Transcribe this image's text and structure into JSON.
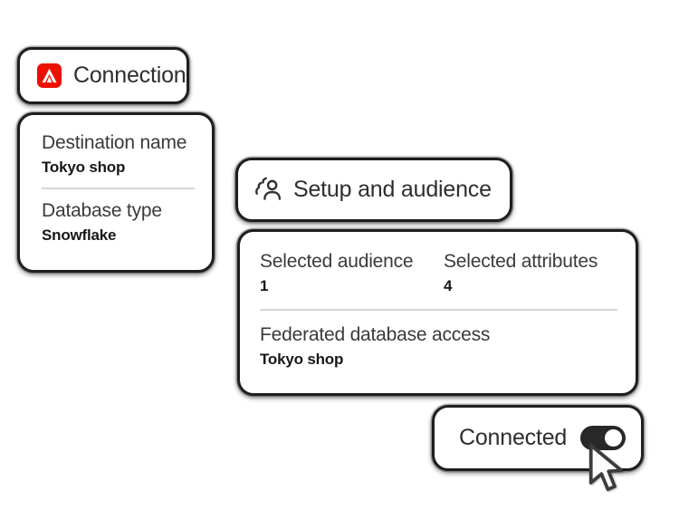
{
  "colors": {
    "background": "#ffffff",
    "card_background": "#ffffff",
    "card_border": "#1e1e1e",
    "label_text": "#3a3a3a",
    "value_text": "#181818",
    "divider": "#d7d7d7",
    "adobe_red": "#eb1000",
    "toggle_on": "#282828",
    "toggle_knob": "#ffffff"
  },
  "connection_card": {
    "logo_icon": "adobe-logo",
    "title": "Connection"
  },
  "destination_card": {
    "fields": [
      {
        "label": "Destination name",
        "value": "Tokyo shop"
      },
      {
        "label": "Database type",
        "value": "Snowflake"
      }
    ]
  },
  "setup_card": {
    "icon": "audience-icon",
    "title": "Setup and audience"
  },
  "summary_card": {
    "stats": [
      {
        "label": "Selected audience",
        "value": "1"
      },
      {
        "label": "Selected attributes",
        "value": "4"
      }
    ],
    "field": {
      "label": "Federated database access",
      "value": "Tokyo shop"
    }
  },
  "connected_card": {
    "label": "Connected",
    "toggle_state": "on"
  },
  "cursor": {
    "icon": "arrow-pointer"
  }
}
